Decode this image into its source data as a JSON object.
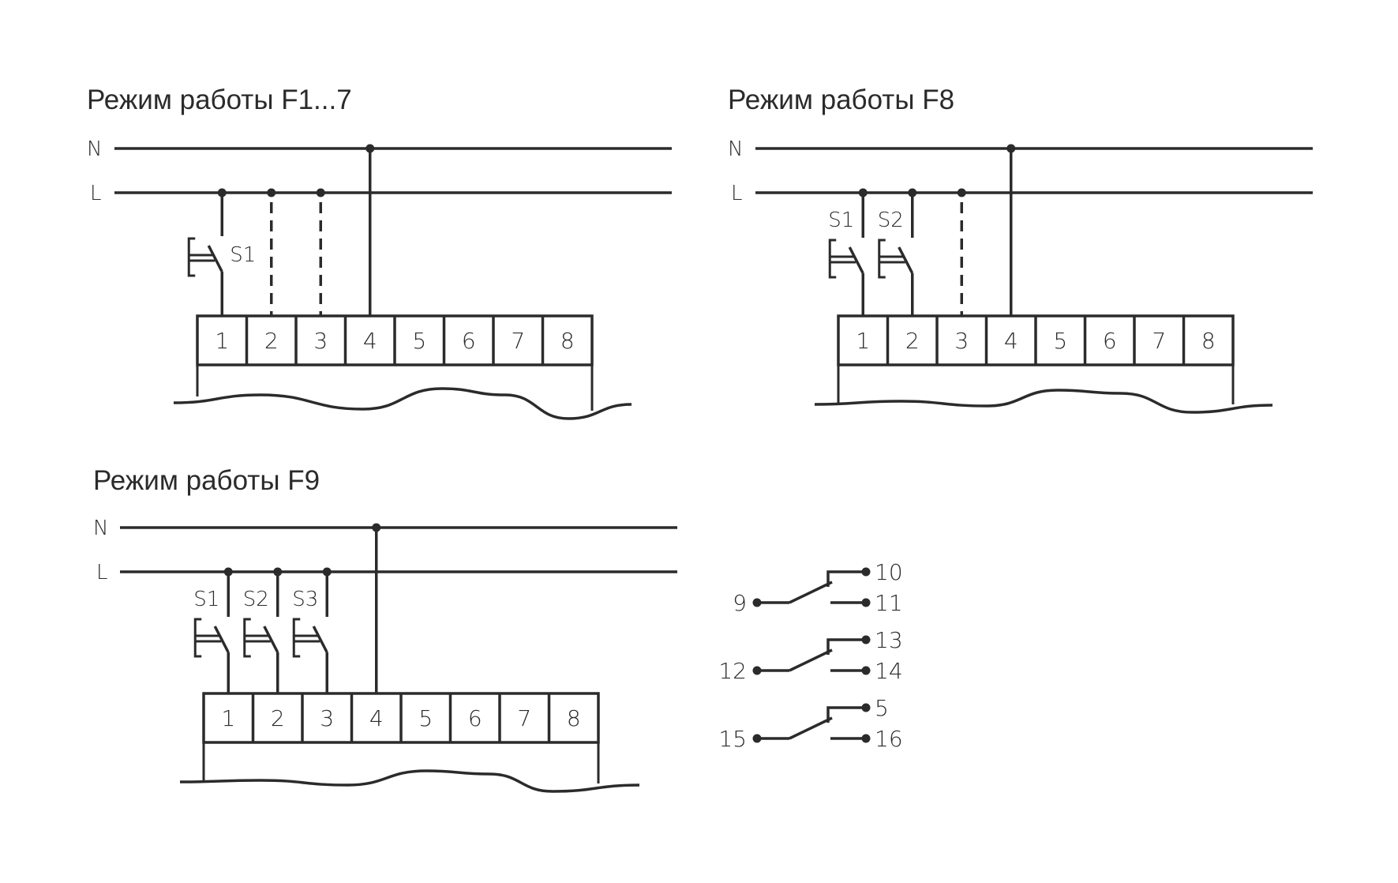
{
  "diagrams": [
    {
      "id": "f1-7",
      "title": "Режим работы F1...7",
      "bus_labels": {
        "neutral": "N",
        "line": "L"
      },
      "terminals": [
        "1",
        "2",
        "3",
        "4",
        "5",
        "6",
        "7",
        "8"
      ],
      "switches": [
        {
          "label": "S1",
          "terminal": "1"
        }
      ],
      "optional_connections": [
        "2",
        "3"
      ],
      "neutral_terminal": "4"
    },
    {
      "id": "f8",
      "title": "Режим работы F8",
      "bus_labels": {
        "neutral": "N",
        "line": "L"
      },
      "terminals": [
        "1",
        "2",
        "3",
        "4",
        "5",
        "6",
        "7",
        "8"
      ],
      "switches": [
        {
          "label": "S1",
          "terminal": "1"
        },
        {
          "label": "S2",
          "terminal": "2"
        }
      ],
      "optional_connections": [
        "3"
      ],
      "neutral_terminal": "4"
    },
    {
      "id": "f9",
      "title": "Режим работы F9",
      "bus_labels": {
        "neutral": "N",
        "line": "L"
      },
      "terminals": [
        "1",
        "2",
        "3",
        "4",
        "5",
        "6",
        "7",
        "8"
      ],
      "switches": [
        {
          "label": "S1",
          "terminal": "1"
        },
        {
          "label": "S2",
          "terminal": "2"
        },
        {
          "label": "S3",
          "terminal": "3"
        }
      ],
      "optional_connections": [],
      "neutral_terminal": "4"
    }
  ],
  "relay_contacts": [
    {
      "common": "9",
      "nc": "10",
      "no": "11"
    },
    {
      "common": "12",
      "nc": "13",
      "no": "14"
    },
    {
      "common": "15",
      "nc": "5",
      "no": "16"
    }
  ],
  "colors": {
    "ink": "#2b2b2b",
    "background": "#ffffff"
  }
}
